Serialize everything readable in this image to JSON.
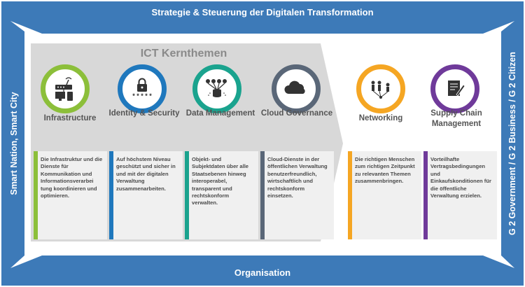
{
  "top_band": "Strategie & Steuerung der Digitalen Transformation",
  "bottom_band": "Organisation",
  "left_band": "Smart Nation, Smart City",
  "right_band": "G 2 Government / G 2 Business / G 2 Citizen",
  "banner_title": "ICT Kernthemen",
  "colors": {
    "band_blue": "#3d7ab8",
    "banner_grey": "#d8d8d8",
    "card_bg": "#f0f0f0",
    "green": "#8cbf3a",
    "blue": "#1f78bd",
    "teal": "#1aa38e",
    "slate": "#5a6778",
    "orange": "#f5a623",
    "purple": "#6f3a9a"
  },
  "columns": [
    {
      "title": "Infrastructure",
      "icon": "network-devices-icon",
      "color": "green",
      "text": "Die Infrastruktur und die Dienste für Kommunikation und Informationsverarbei tung koordinieren und optimieren."
    },
    {
      "title": "Identity & Security",
      "icon": "lock-password-icon",
      "color": "blue",
      "text": "Auf höchstem Niveau geschützt und sicher in und mit der digitalen Verwaltung zusammenarbeiten."
    },
    {
      "title": "Data Management",
      "icon": "data-funnel-icon",
      "color": "teal",
      "text": "Objekt- und Subjektdaten über alle Staatsebenen hinweg interoperabel, transparent und rechtskonform verwalten."
    },
    {
      "title": "Cloud Governance",
      "icon": "cloud-icon",
      "color": "slate",
      "text": "Cloud-Dienste in der öffentlichen Verwaltung benutzerfreundlich, wirtschaftlich und rechtskonform einsetzen."
    },
    {
      "title": "Networking",
      "icon": "people-network-icon",
      "color": "orange",
      "text": "Die richtigen Menschen zum richtigen Zeitpunkt zu relevanten Themen zusammenbringen."
    },
    {
      "title": "Supply Chain Management",
      "icon": "contract-pen-icon",
      "color": "purple",
      "text": "Vorteilhafte Vertragsbedingungen und Einkaufskonditionen für die öffentliche Verwaltung erzielen."
    }
  ]
}
